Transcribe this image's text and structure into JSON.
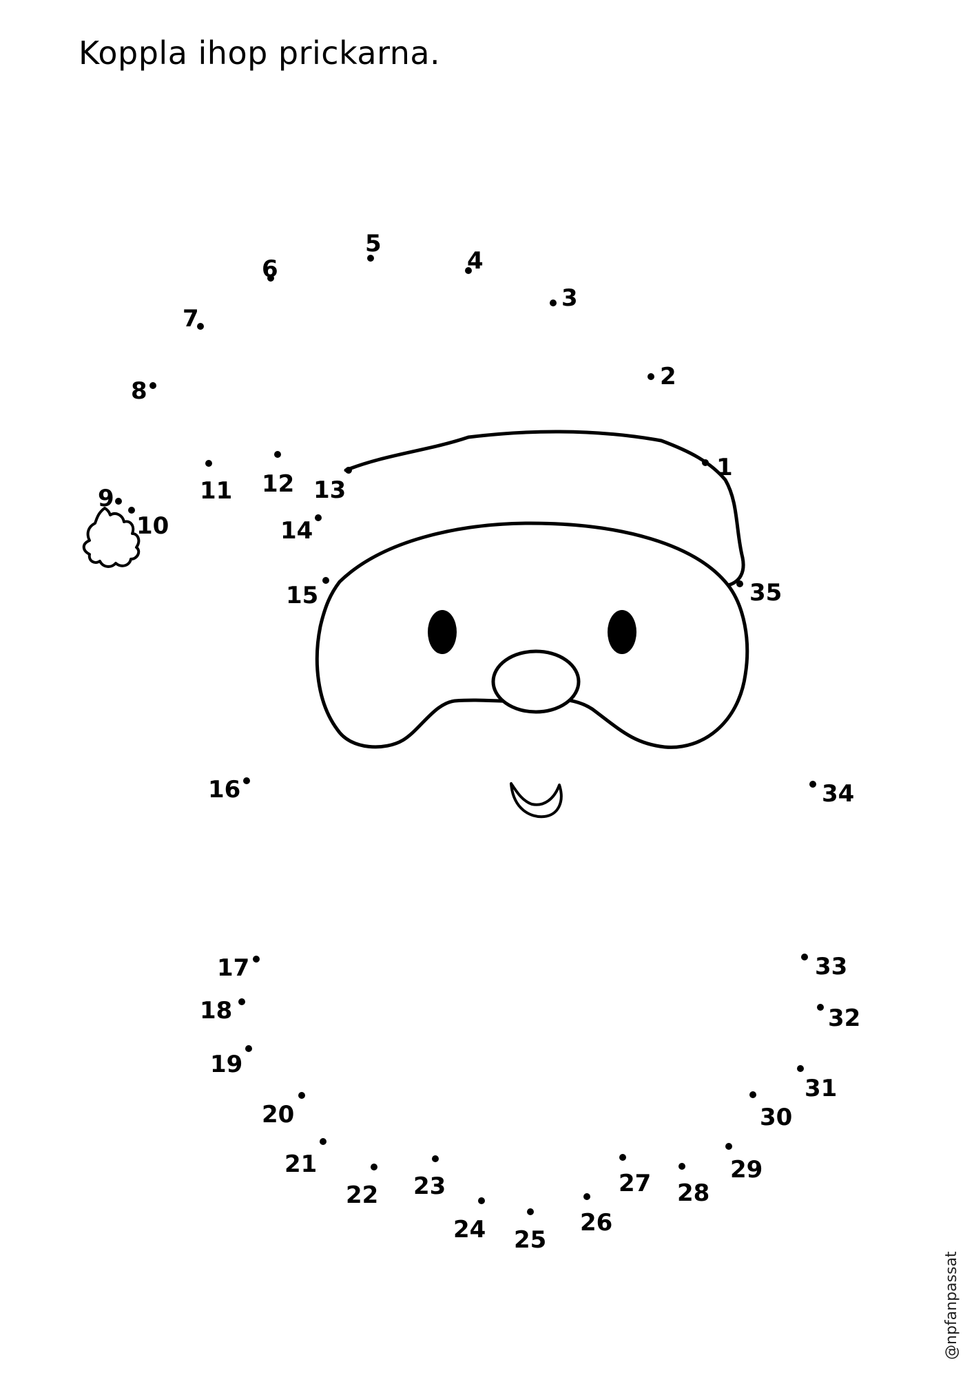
{
  "title": "Koppla ihop prickarna.",
  "credit": "@npfanpassat",
  "dot_labels": [
    "1",
    "2",
    "3",
    "4",
    "5",
    "6",
    "7",
    "8",
    "9",
    "10",
    "11",
    "12",
    "13",
    "14",
    "15",
    "16",
    "17",
    "18",
    "19",
    "20",
    "21",
    "22",
    "23",
    "24",
    "25",
    "26",
    "27",
    "28",
    "29",
    "30",
    "31",
    "32",
    "33",
    "34",
    "35"
  ],
  "colors": {
    "ink": "#000000",
    "paper": "#ffffff"
  }
}
